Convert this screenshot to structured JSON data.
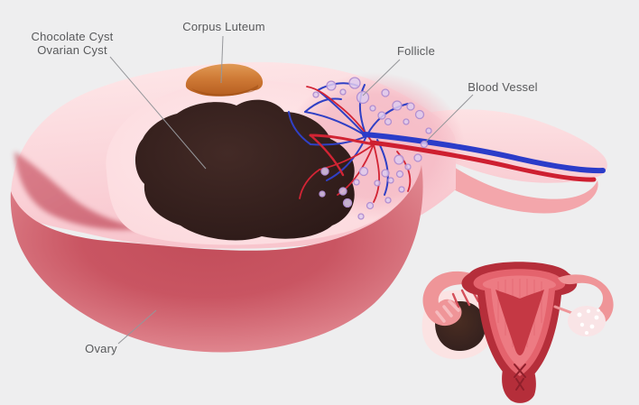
{
  "illustration": {
    "subject": "Chocolate cyst (ovarian cyst) anatomy diagram",
    "labels": {
      "chocolate_line1": "Chocolate Cyst",
      "chocolate_line2": "Ovarian Cyst",
      "corpus_luteum": "Corpus Luteum",
      "follicle": "Follicle",
      "blood_vessel": "Blood Vessel",
      "ovary": "Ovary"
    },
    "colors": {
      "background": "#eeeeef",
      "label_text": "#58595b",
      "leader_line": "#95969a",
      "ovary_surface": "#f8c5cd",
      "ovary_body": "#c5525e",
      "cavity": "#fcd9dd",
      "cyst": "#2d1a18",
      "corpus_luteum": "#cf7a36",
      "follicle_fill": "#decbee",
      "artery_red": "#d02233",
      "vein_blue": "#2f3fc6",
      "stalk_pink": "#f9cdd3",
      "uterus_dark_red": "#b52e3a",
      "uterus_mid_red": "#e4636d",
      "fallopian_tube": "#ef9598",
      "inset_normal_ovary": "#f9e4e6"
    }
  }
}
